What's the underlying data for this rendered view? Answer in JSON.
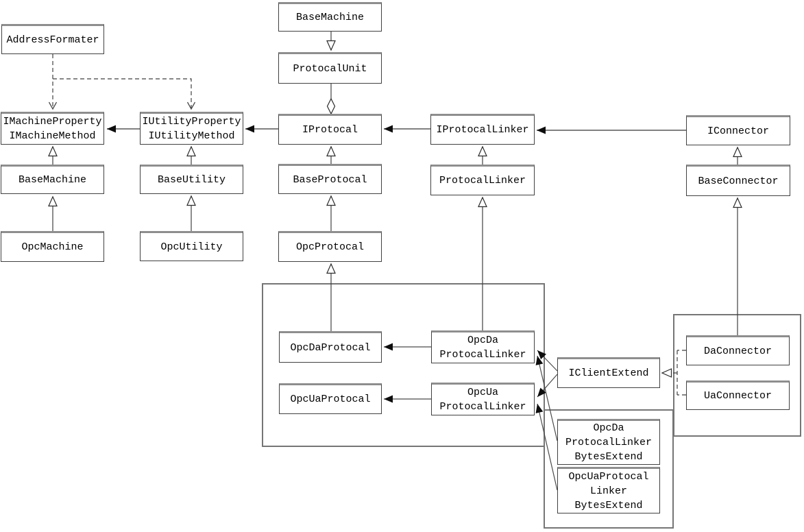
{
  "diagram": {
    "type": "uml-class-diagram",
    "background": "#ffffff",
    "colors": {
      "box_border": "#404040",
      "box_top_edge": "#8e8e8e",
      "group_border": "#757575",
      "inheritance_line": "#3f3f3f",
      "association_line": "#6e6e6e",
      "text": "#000000"
    },
    "boxes": {
      "address_formater": {
        "label": "AddressFormater"
      },
      "imachine": {
        "label": "IMachineProperty\nIMachineMethod"
      },
      "iutility": {
        "label": "IUtilityProperty\nIUtilityMethod"
      },
      "base_machine_left": {
        "label": "BaseMachine"
      },
      "opc_machine": {
        "label": "OpcMachine"
      },
      "base_utility": {
        "label": "BaseUtility"
      },
      "opc_utility": {
        "label": "OpcUtility"
      },
      "base_machine_top": {
        "label": "BaseMachine"
      },
      "protocal_unit": {
        "label": "ProtocalUnit"
      },
      "iprotocal": {
        "label": "IProtocal"
      },
      "iprotocal_linker": {
        "label": "IProtocalLinker"
      },
      "iconnector": {
        "label": "IConnector"
      },
      "base_protocal": {
        "label": "BaseProtocal"
      },
      "protocal_linker": {
        "label": "ProtocalLinker"
      },
      "base_connector": {
        "label": "BaseConnector"
      },
      "opc_protocal": {
        "label": "OpcProtocal"
      },
      "opc_da_protocal": {
        "label": "OpcDaProtocal"
      },
      "opc_ua_protocal": {
        "label": "OpcUaProtocal"
      },
      "opc_da_protocal_linker": {
        "label": "OpcDa\nProtocalLinker"
      },
      "opc_ua_protocal_linker": {
        "label": "OpcUa\nProtocalLinker"
      },
      "iclient_extend": {
        "label": "IClientExtend"
      },
      "da_connector": {
        "label": "DaConnector"
      },
      "ua_connector": {
        "label": "UaConnector"
      },
      "opc_da_bytes_extend": {
        "label": "OpcDa\nProtocalLinker\nBytesExtend"
      },
      "opc_ua_bytes_extend": {
        "label": "OpcUaProtocal\nLinker\nBytesExtend"
      }
    },
    "relations": [
      {
        "from": "AddressFormater",
        "to": "IMachineProperty IMachineMethod",
        "type": "dependency-dashed"
      },
      {
        "from": "AddressFormater",
        "to": "IUtilityProperty IUtilityMethod",
        "type": "dependency-dashed"
      },
      {
        "from": "IUtilityProperty IUtilityMethod",
        "to": "IMachineProperty IMachineMethod",
        "type": "association-arrow"
      },
      {
        "from": "IProtocal",
        "to": "IUtilityProperty IUtilityMethod",
        "type": "association-arrow"
      },
      {
        "from": "IProtocalLinker",
        "to": "IProtocal",
        "type": "association-arrow"
      },
      {
        "from": "IConnector",
        "to": "IProtocalLinker",
        "type": "association-arrow"
      },
      {
        "from": "BaseMachine",
        "to": "ProtocalUnit",
        "type": "triangle-down"
      },
      {
        "from": "ProtocalUnit",
        "to": "IProtocal",
        "type": "aggregation-diamond"
      },
      {
        "from": "BaseMachine",
        "to": "IMachineProperty IMachineMethod",
        "type": "inheritance"
      },
      {
        "from": "OpcMachine",
        "to": "BaseMachine",
        "type": "inheritance"
      },
      {
        "from": "BaseUtility",
        "to": "IUtilityProperty IUtilityMethod",
        "type": "inheritance"
      },
      {
        "from": "OpcUtility",
        "to": "BaseUtility",
        "type": "inheritance"
      },
      {
        "from": "BaseProtocal",
        "to": "IProtocal",
        "type": "inheritance"
      },
      {
        "from": "OpcProtocal",
        "to": "BaseProtocal",
        "type": "inheritance"
      },
      {
        "from": "OpcDaProtocal",
        "to": "OpcProtocal",
        "type": "inheritance"
      },
      {
        "from": "ProtocalLinker",
        "to": "IProtocalLinker",
        "type": "inheritance"
      },
      {
        "from": "OpcDa ProtocalLinker",
        "to": "ProtocalLinker",
        "type": "inheritance"
      },
      {
        "from": "BaseConnector",
        "to": "IConnector",
        "type": "inheritance"
      },
      {
        "from": "Connector group",
        "to": "BaseConnector",
        "type": "inheritance"
      },
      {
        "from": "OpcDa ProtocalLinker",
        "to": "OpcDaProtocal",
        "type": "association-arrow"
      },
      {
        "from": "OpcUa ProtocalLinker",
        "to": "OpcUaProtocal",
        "type": "association-arrow"
      },
      {
        "from": "IClientExtend",
        "to": "OpcDa ProtocalLinker",
        "type": "association-arrow"
      },
      {
        "from": "IClientExtend",
        "to": "OpcUa ProtocalLinker",
        "type": "association-arrow"
      },
      {
        "from": "OpcDa ProtocalLinker BytesExtend",
        "to": "OpcDa ProtocalLinker",
        "type": "association-arrow"
      },
      {
        "from": "OpcUaProtocal Linker BytesExtend",
        "to": "OpcUa ProtocalLinker",
        "type": "association-arrow"
      },
      {
        "from": "DaConnector",
        "to": "IClientExtend",
        "type": "realization-dashed-triangle"
      },
      {
        "from": "UaConnector",
        "to": "IClientExtend",
        "type": "realization-dashed-triangle"
      }
    ]
  }
}
